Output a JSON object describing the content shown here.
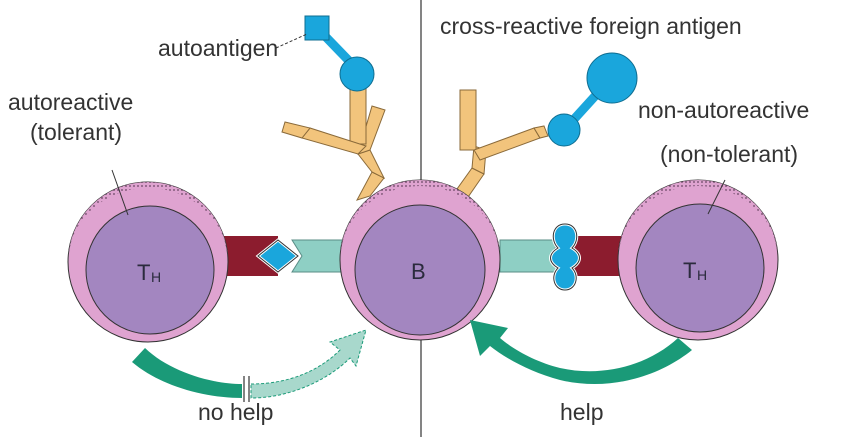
{
  "labels": {
    "autoantigen": "autoantigen",
    "cross_reactive_foreign_antigen": "cross-reactive foreign antigen",
    "autoreactive_line1": "autoreactive",
    "autoreactive_line2": "(tolerant)",
    "non_autoreactive_line1": "non-autoreactive",
    "non_autoreactive_line2": "(non-tolerant)",
    "no_help": "no help",
    "help": "help"
  },
  "cells": {
    "left_th": {
      "letter": "T",
      "subscript": "H"
    },
    "b_cell": {
      "letter": "B"
    },
    "right_th": {
      "letter": "T",
      "subscript": "H"
    }
  },
  "colors": {
    "cell_outer": "#dfa3d0",
    "cell_inner": "#a386c0",
    "receptor_bar": "#8c1c2e",
    "mhc_teal": "#8ecfc4",
    "antigen_blue": "#1aa6dc",
    "antibody_orange": "#f2c47c",
    "arrow_green": "#1a9a78",
    "arrow_light": "#a8d8cc",
    "divider": "#333333"
  }
}
